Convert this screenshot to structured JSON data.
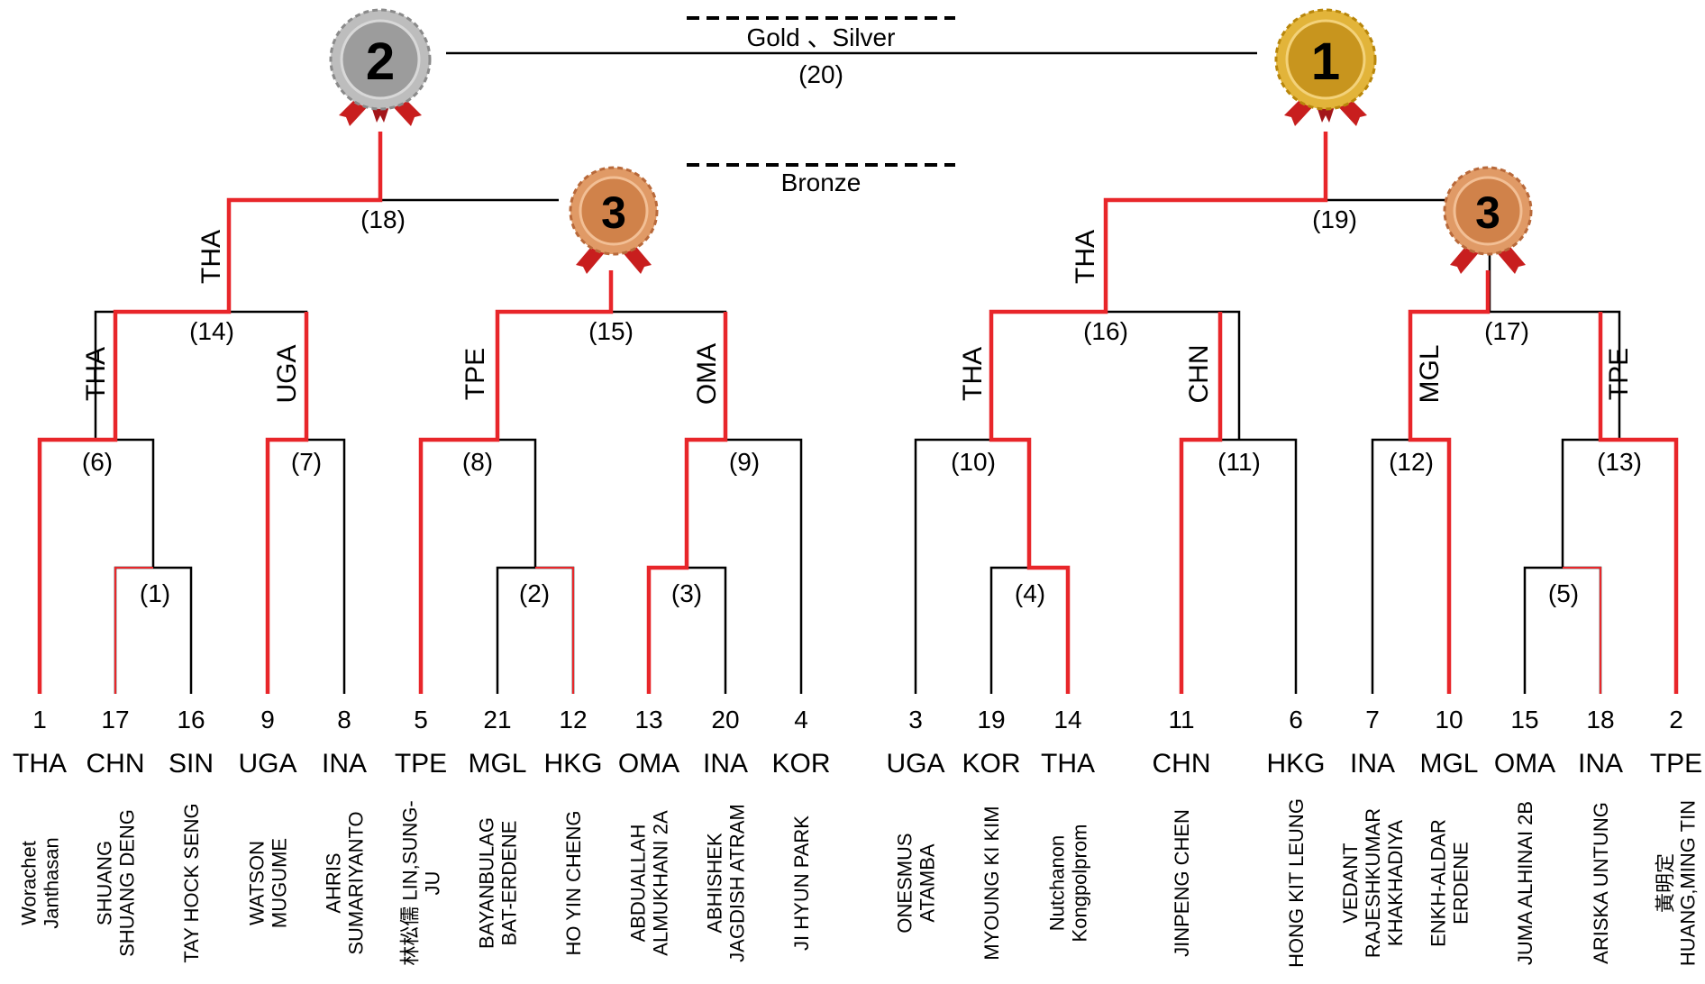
{
  "legend": {
    "gold_silver": "Gold 、Silver",
    "bronze": "Bronze"
  },
  "medals": {
    "gold": "1",
    "silver": "2",
    "bronze": "3"
  },
  "colors": {
    "winner_path": "#e8262a",
    "bracket_line": "#000000",
    "gold": "#d9a520",
    "silver": "#a8a8a8",
    "bronze": "#d98a52",
    "ribbon": "#c81e1e"
  },
  "match_labels": {
    "m1": "(1)",
    "m2": "(2)",
    "m3": "(3)",
    "m4": "(4)",
    "m5": "(5)",
    "m6": "(6)",
    "m7": "(7)",
    "m8": "(8)",
    "m9": "(9)",
    "m10": "(10)",
    "m11": "(11)",
    "m12": "(12)",
    "m13": "(13)",
    "m14": "(14)",
    "m15": "(15)",
    "m16": "(16)",
    "m17": "(17)",
    "m18": "(18)",
    "m19": "(19)",
    "m20": "(20)"
  },
  "winners": {
    "w6": "THA",
    "w7": "UGA",
    "w8": "TPE",
    "w9": "OMA",
    "w10": "THA",
    "w11": "CHN",
    "w12": "MGL",
    "w13": "TPE",
    "w14": "THA",
    "w16": "THA"
  },
  "players": [
    {
      "seed": "1",
      "country": "THA",
      "name": [
        "Worachet",
        "Janthasan"
      ]
    },
    {
      "seed": "17",
      "country": "CHN",
      "name": [
        "SHUANG",
        "SHUANG DENG"
      ]
    },
    {
      "seed": "16",
      "country": "SIN",
      "name": [
        "TAY HOCK SENG"
      ]
    },
    {
      "seed": "9",
      "country": "UGA",
      "name": [
        "WATSON",
        "MUGUME"
      ]
    },
    {
      "seed": "8",
      "country": "INA",
      "name": [
        "AHRIS",
        "SUMARIYANTO"
      ]
    },
    {
      "seed": "5",
      "country": "TPE",
      "name": [
        "林松儒 LIN,SUNG-",
        "JU"
      ]
    },
    {
      "seed": "21",
      "country": "MGL",
      "name": [
        "BAYANBULAG",
        "BAT-ERDENE"
      ]
    },
    {
      "seed": "12",
      "country": "HKG",
      "name": [
        "HO YIN CHENG"
      ]
    },
    {
      "seed": "13",
      "country": "OMA",
      "name": [
        "ABDUALLAH",
        "ALMUKHANI 2A"
      ]
    },
    {
      "seed": "20",
      "country": "INA",
      "name": [
        "ABHISHEK",
        "JAGDISH ATRAM"
      ]
    },
    {
      "seed": "4",
      "country": "KOR",
      "name": [
        "JI HYUN PARK"
      ]
    },
    {
      "seed": "3",
      "country": "UGA",
      "name": [
        "ONESMUS",
        "ATAMBA"
      ]
    },
    {
      "seed": "19",
      "country": "KOR",
      "name": [
        "MYOUNG KI KIM"
      ]
    },
    {
      "seed": "14",
      "country": "THA",
      "name": [
        "Nutchanon",
        "Kongpolprom"
      ]
    },
    {
      "seed": "11",
      "country": "CHN",
      "name": [
        "JINPENG CHEN"
      ]
    },
    {
      "seed": "6",
      "country": "HKG",
      "name": [
        "HONG KIT LEUNG"
      ]
    },
    {
      "seed": "7",
      "country": "INA",
      "name": [
        "VEDANT",
        "RAJESHKUMAR",
        "KHAKHADIYA"
      ]
    },
    {
      "seed": "10",
      "country": "MGL",
      "name": [
        "ENKH-ALDAR",
        "ERDENE"
      ]
    },
    {
      "seed": "15",
      "country": "OMA",
      "name": [
        "JUMA ALHINAI 2B"
      ]
    },
    {
      "seed": "18",
      "country": "INA",
      "name": [
        "ARISKA UNTUNG"
      ]
    },
    {
      "seed": "2",
      "country": "TPE",
      "name": [
        "黃明定",
        "HUANG,MING TIN"
      ]
    }
  ]
}
